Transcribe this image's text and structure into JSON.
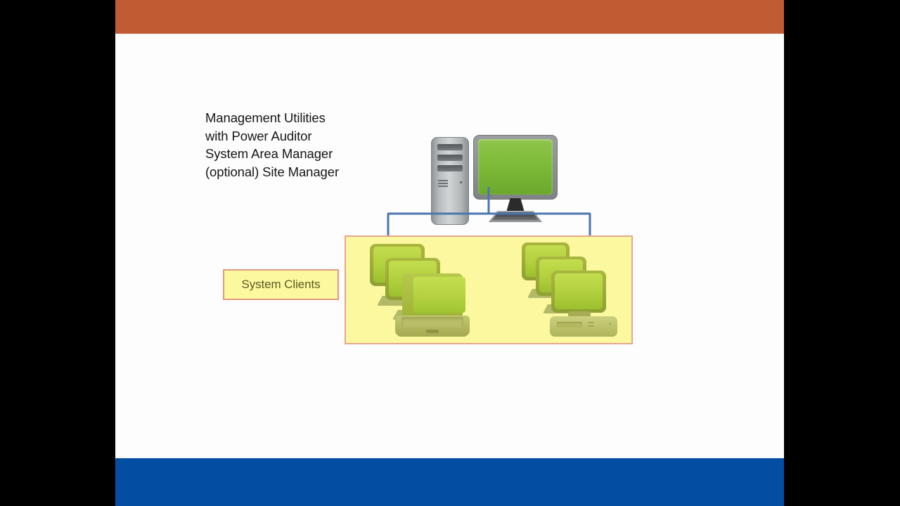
{
  "slide": {
    "caption_lines": [
      "Management Utilities",
      "with Power Auditor",
      "System Area Manager",
      "(optional) Site Manager"
    ],
    "clients_label": "System Clients",
    "colors": {
      "top_band": "#C15B33",
      "bottom_band": "#034EA2",
      "slide_background": "#FDFDFD",
      "letterbox": "#000000",
      "clients_panel_fill": "#FBF8A0",
      "clients_panel_border": "#E8A590",
      "callout_border": "#E09A83",
      "callout_text": "#5F5A21",
      "connector_line": "#4A77AD",
      "server_screen_green": "#7FBB3A",
      "client_screen_green": "#B3D13F",
      "tower_gray": "#B9BDBF"
    },
    "icons": {
      "server_tower": "tower-computer-icon",
      "server_monitor": "desktop-monitor-icon",
      "client_monitor": "client-monitor-icon",
      "client_laptop": "laptop-icon",
      "client_desktop_case": "desktop-case-icon",
      "connector": "network-connector-line"
    }
  }
}
